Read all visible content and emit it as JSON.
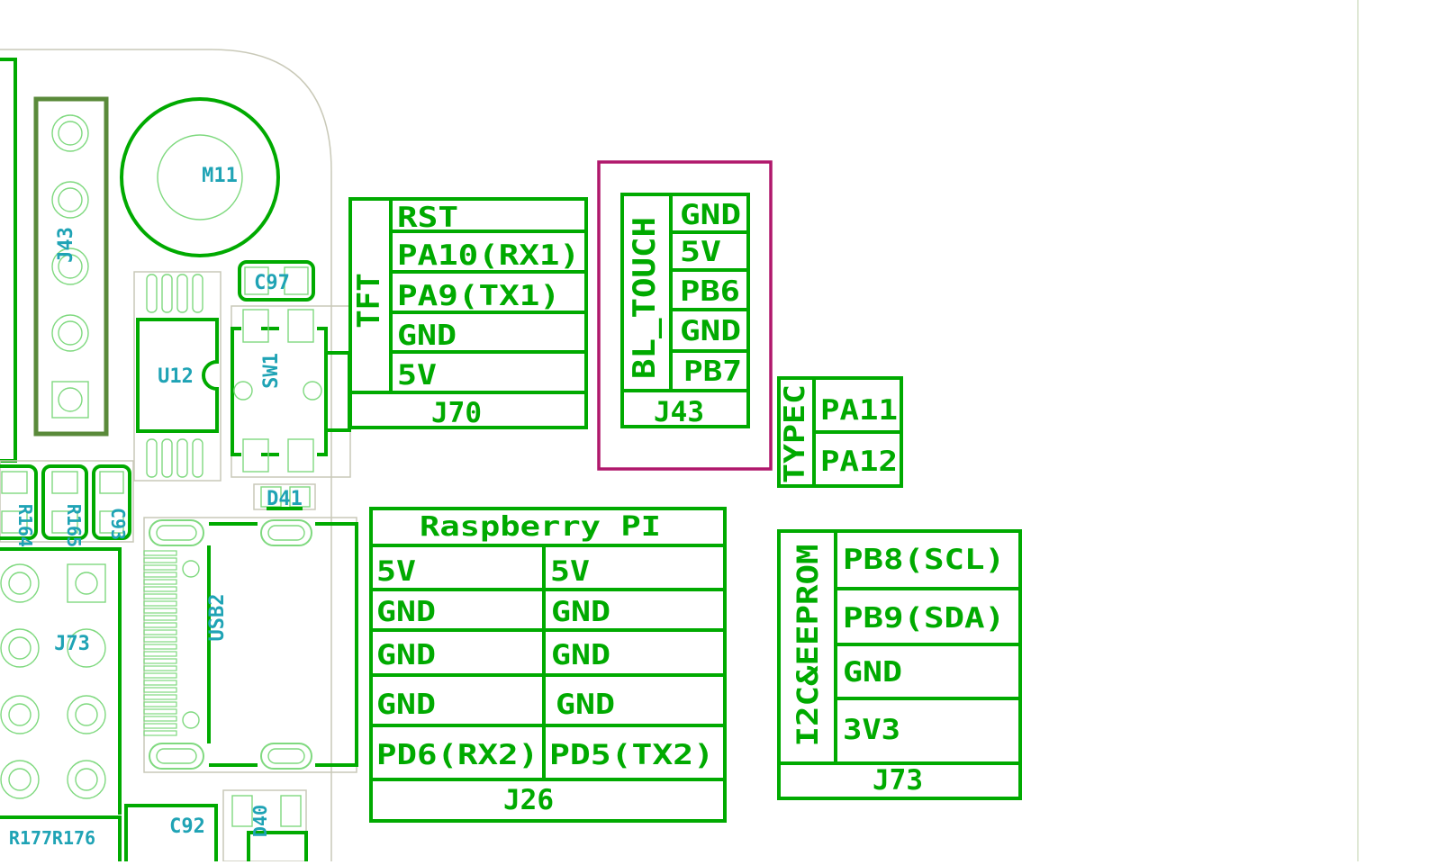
{
  "colors": {
    "silkscreen": "#00aa00",
    "designator": "#1fa3b5",
    "highlight": "#b0186c",
    "board_edge": "#c9c9b8"
  },
  "designators": {
    "j43_left": "J43",
    "m11": "M11",
    "c97": "C97",
    "u12": "U12",
    "sw1": "SW1",
    "d41": "D41",
    "r164": "R164",
    "r165": "R165",
    "c93": "C93",
    "usb2": "USB2",
    "j73_left": "J73",
    "c92": "C92",
    "d40": "D40",
    "r177": "R177",
    "r176": "R176"
  },
  "tft": {
    "side_label": "TFT",
    "pins": [
      "RST",
      "PA10(RX1)",
      "PA9(TX1)",
      "GND",
      "5V"
    ],
    "designator": "J70"
  },
  "bltouch": {
    "side_label": "BL_TOUCH",
    "pins": [
      "GND",
      "5V",
      "PB6",
      "GND",
      "PB7"
    ],
    "designator": "J43"
  },
  "typec": {
    "side_label": "TYPEC",
    "pins": [
      "PA11",
      "PA12"
    ]
  },
  "raspberry": {
    "title": "Raspberry PI",
    "rows": [
      [
        "5V",
        "5V"
      ],
      [
        "GND",
        "GND"
      ],
      [
        "GND",
        "GND"
      ],
      [
        "GND",
        "GND"
      ],
      [
        "PD6(RX2)",
        "PD5(TX2)"
      ]
    ],
    "designator": "J26"
  },
  "eeprom": {
    "side_label": "I2C&EEPROM",
    "pins": [
      "PB8(SCL)",
      "PB9(SDA)",
      "GND",
      "3V3"
    ],
    "designator": "J73"
  }
}
